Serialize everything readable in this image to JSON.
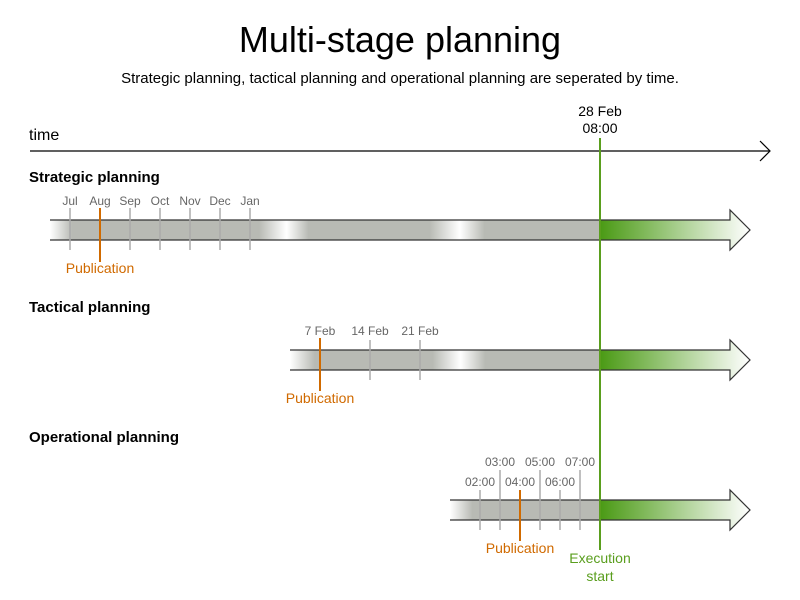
{
  "title": "Multi-stage planning",
  "subtitle": "Strategic planning, tactical planning and operational planning are seperated by time.",
  "time_axis": {
    "label": "time"
  },
  "execution": {
    "date": "28 Feb",
    "time": "08:00",
    "label_line1": "Execution",
    "label_line2": "start"
  },
  "sections": [
    {
      "label": "Strategic planning",
      "ticks": [
        "Jul",
        "Aug",
        "Sep",
        "Oct",
        "Nov",
        "Dec",
        "Jan"
      ],
      "publication_label": "Publication"
    },
    {
      "label": "Tactical planning",
      "ticks": [
        "7 Feb",
        "14 Feb",
        "21 Feb"
      ],
      "publication_label": "Publication"
    },
    {
      "label": "Operational planning",
      "ticks_upper": [
        "03:00",
        "05:00",
        "07:00"
      ],
      "ticks_lower": [
        "02:00",
        "04:00",
        "06:00"
      ],
      "publication_label": "Publication"
    }
  ],
  "colors": {
    "bar": "#b8bab4",
    "execution": "#5a9e1e",
    "publication": "#d06a00",
    "tick": "#aaaaaa"
  }
}
